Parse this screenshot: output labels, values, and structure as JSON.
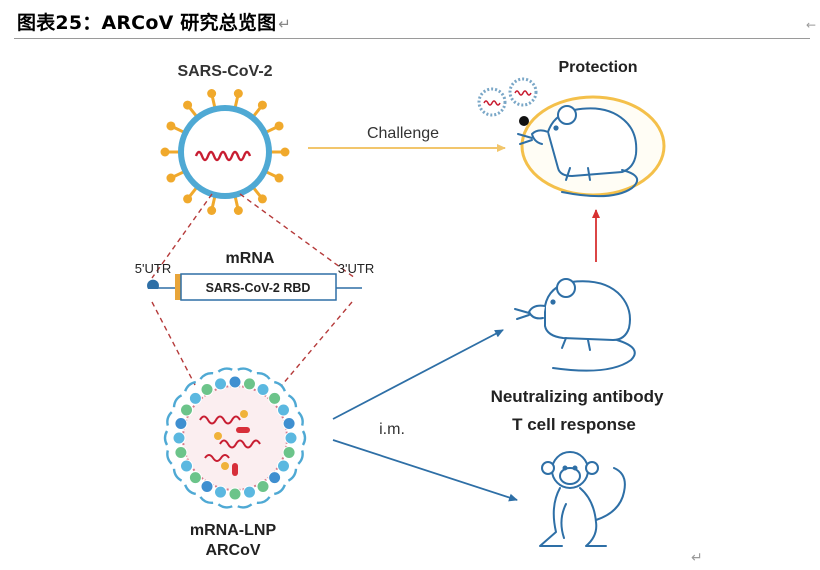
{
  "document": {
    "title": "图表25：ARCoV  研究总览图",
    "paragraph_mark": "↵",
    "end_mark": "↵",
    "corner_mark": "←"
  },
  "figure": {
    "virus_label": "SARS-CoV-2",
    "challenge_label": "Challenge",
    "protection_label": "Protection",
    "mrna_label": "mRNA",
    "utr5_label": "5'UTR",
    "utr3_label": "3'UTR",
    "rbd_label": "SARS-CoV-2 RBD",
    "lnp_label_line1": "mRNA-LNP",
    "lnp_label_line2": "ARCoV",
    "route_label": "i.m.",
    "response_line1": "Neutralizing antibody",
    "response_line2": "T cell response",
    "colors": {
      "virus_ring": "#4fa9d4",
      "spike": "#f0a92c",
      "rna": "#c81e32",
      "arrow_gold": "#f2c66c",
      "arrow_blue": "#2e6fa6",
      "arrow_red": "#d73131",
      "dashed_link": "#b53a3a",
      "outline_blue": "#2e6fa6",
      "protection_ring": "#f4c04a"
    }
  }
}
